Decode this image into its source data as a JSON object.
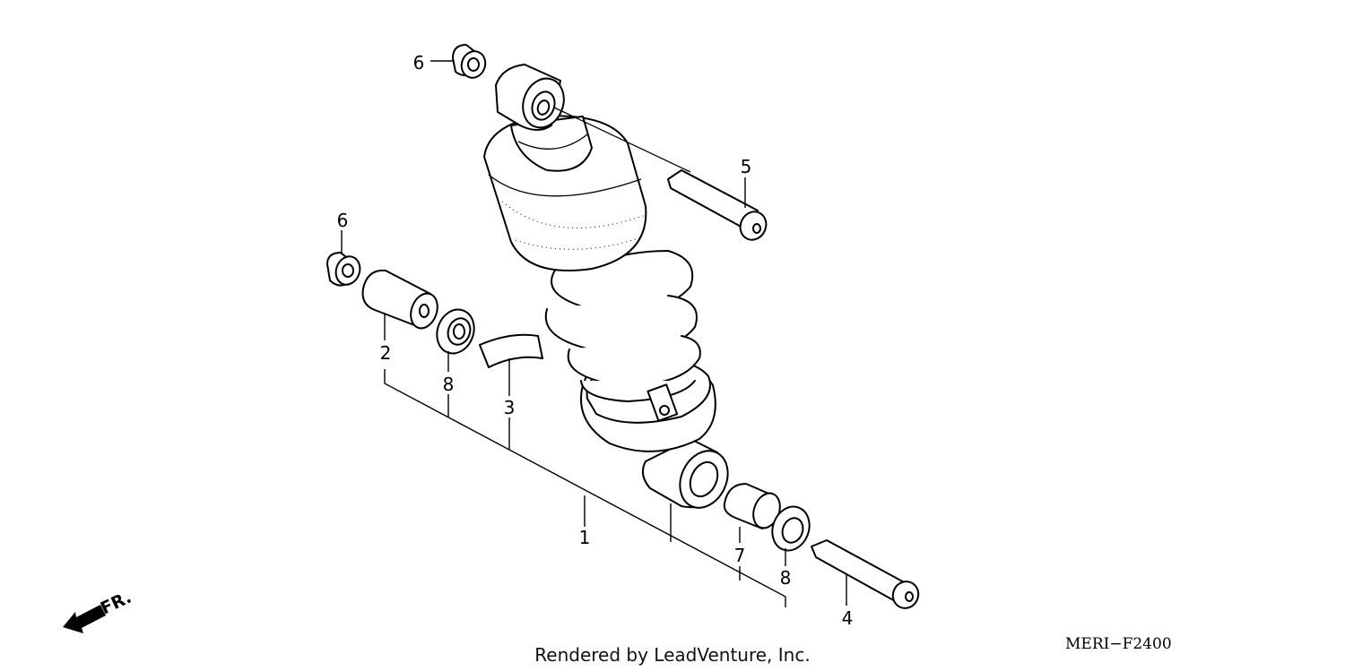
{
  "diagram": {
    "callouts": [
      {
        "id": "p6a",
        "label": "6"
      },
      {
        "id": "p5",
        "label": "5"
      },
      {
        "id": "p6b",
        "label": "6"
      },
      {
        "id": "p2",
        "label": "2"
      },
      {
        "id": "p8a",
        "label": "8"
      },
      {
        "id": "p3",
        "label": "3"
      },
      {
        "id": "p1",
        "label": "1"
      },
      {
        "id": "p7",
        "label": "7"
      },
      {
        "id": "p8b",
        "label": "8"
      },
      {
        "id": "p4",
        "label": "4"
      }
    ],
    "direction_label": "FR.",
    "footer": "Rendered by LeadVenture, Inc.",
    "code": "MERI−F2400"
  }
}
